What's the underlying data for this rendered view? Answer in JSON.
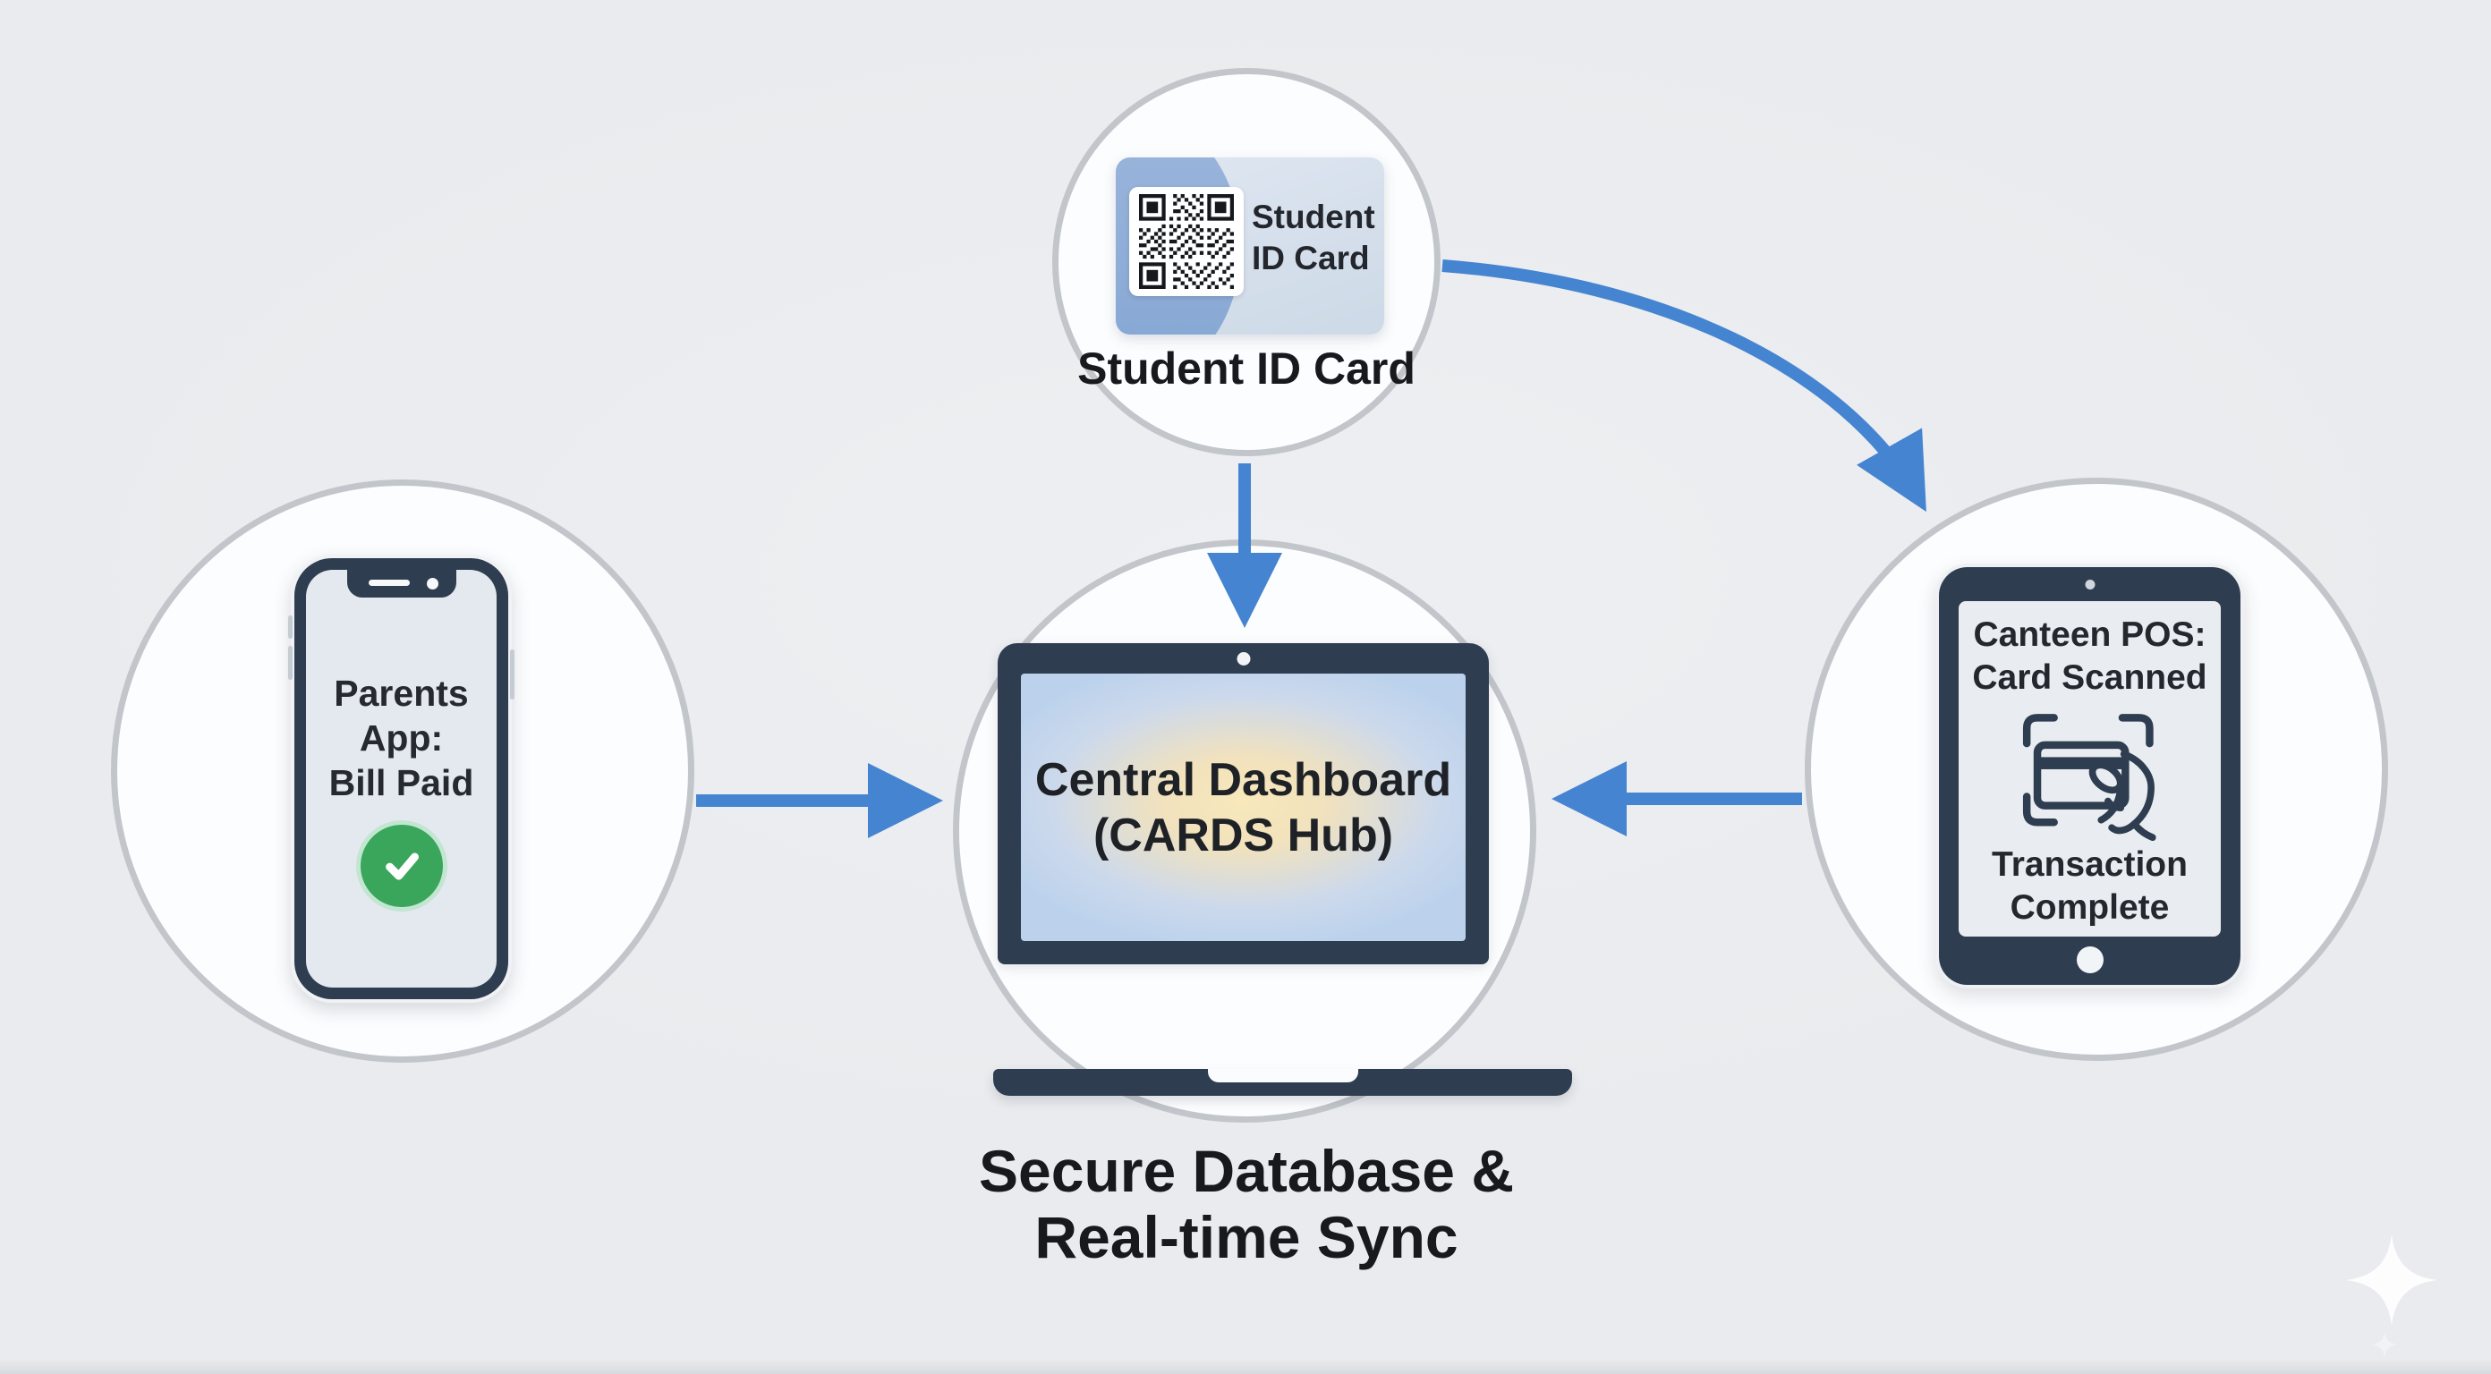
{
  "colors": {
    "background": "#e9ebee",
    "circle_fill": "#fcfdfe",
    "circle_border": "#c2c6cb",
    "arrow_blue": "#4584d0",
    "device_slate": "#2e3d4f",
    "screen_gray": "#e4e9ef",
    "success_green": "#3aa65b",
    "text_dark": "#1d2126",
    "card_blue": "#8fafd8",
    "card_light": "#d3deeb",
    "qr_dark": "#15181c"
  },
  "nodes": {
    "student_card": {
      "card_line1": "Student",
      "card_line2": "ID Card",
      "caption": "Student ID Card"
    },
    "parents_app": {
      "lines": [
        "Parents",
        "App:",
        "Bill Paid"
      ]
    },
    "dashboard": {
      "line1": "Central Dashboard",
      "line2": "(CARDS Hub)"
    },
    "canteen_pos": {
      "status_line1": "Canteen POS:",
      "status_line2": "Card Scanned",
      "result_line1": "Transaction",
      "result_line2": "Complete"
    }
  },
  "footer": {
    "line1": "Secure Database &",
    "line2": "Real-time Sync"
  }
}
